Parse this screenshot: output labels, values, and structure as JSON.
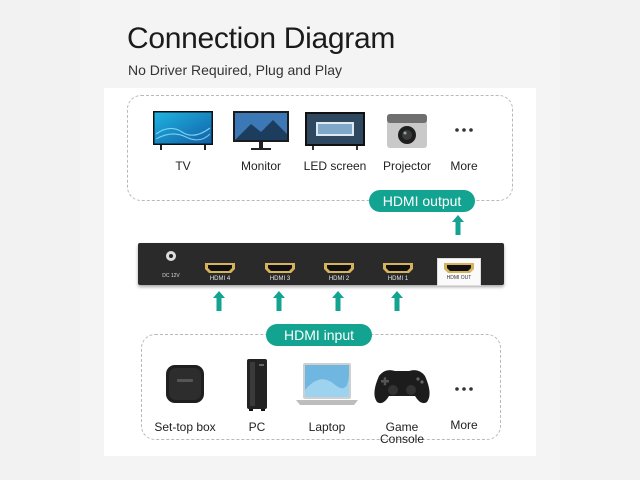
{
  "header": {
    "title": "Connection Diagram",
    "subtitle": "No Driver Required, Plug and Play"
  },
  "outputs": {
    "items": [
      {
        "label": "TV",
        "icon": "tv-icon"
      },
      {
        "label": "Monitor",
        "icon": "monitor-icon"
      },
      {
        "label": "LED screen",
        "icon": "led-screen-icon"
      },
      {
        "label": "Projector",
        "icon": "projector-icon"
      },
      {
        "label": "More",
        "icon": "more-dots-icon"
      }
    ],
    "badge": "HDMI output"
  },
  "switch": {
    "dc_label": "DC 12V",
    "ports": [
      "HDMI 4",
      "HDMI 3",
      "HDMI 2",
      "HDMI 1"
    ],
    "out_port": "HDMI OUT"
  },
  "inputs": {
    "badge": "HDMI input",
    "items": [
      {
        "label": "Set-top box",
        "icon": "set-top-box-icon"
      },
      {
        "label": "PC",
        "icon": "pc-tower-icon"
      },
      {
        "label": "Laptop",
        "icon": "laptop-icon"
      },
      {
        "label": "Game",
        "label2": "Console",
        "icon": "game-controller-icon"
      },
      {
        "label": "More",
        "icon": "more-dots-icon"
      }
    ]
  },
  "colors": {
    "accent": "#13a391",
    "device_body": "#2a2a2a"
  }
}
